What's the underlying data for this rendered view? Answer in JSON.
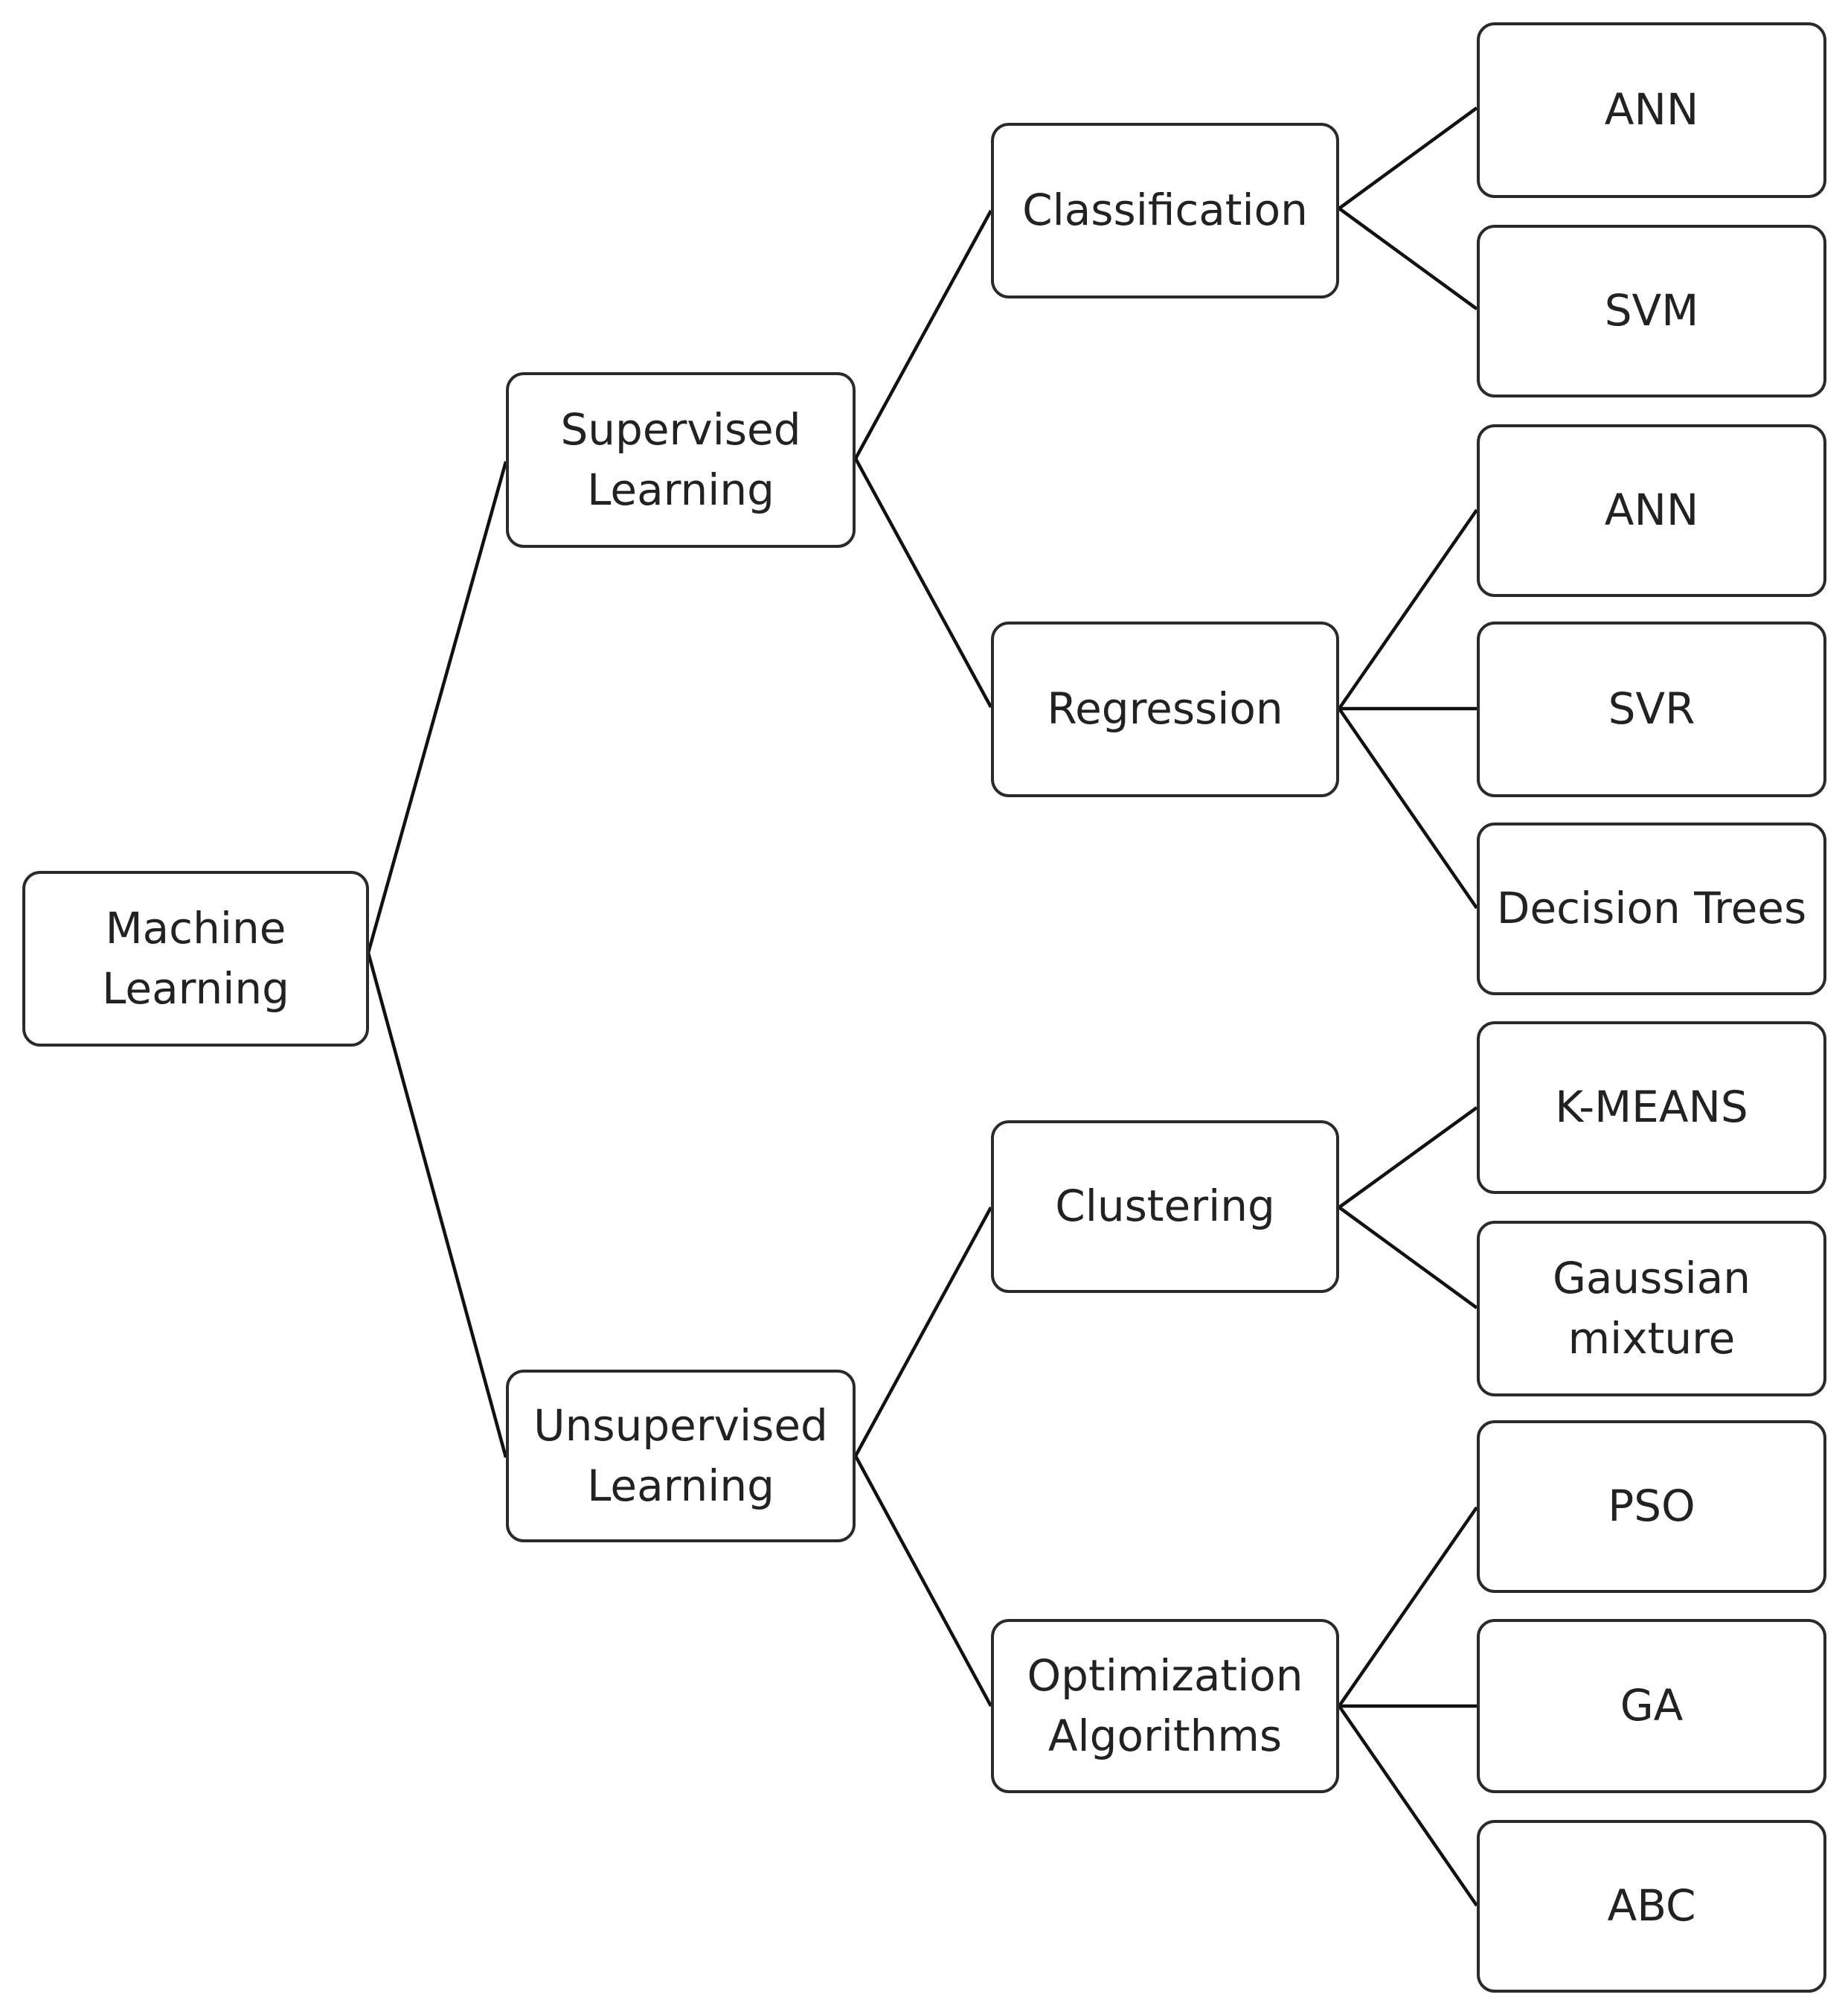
{
  "diagram": {
    "root": {
      "label": "Machine\nLearning"
    },
    "learning_types": [
      {
        "label": "Supervised\nLearning"
      },
      {
        "label": "Unsupervised\nLearning"
      }
    ],
    "tasks": [
      {
        "label": "Classification"
      },
      {
        "label": "Regression"
      },
      {
        "label": "Clustering"
      },
      {
        "label": "Optimization\nAlgorithms"
      }
    ],
    "methods": [
      {
        "label": "ANN"
      },
      {
        "label": "SVM"
      },
      {
        "label": "ANN"
      },
      {
        "label": "SVR"
      },
      {
        "label": "Decision Trees"
      },
      {
        "label": "K-MEANS"
      },
      {
        "label": "Gaussian\nmixture"
      },
      {
        "label": "PSO"
      },
      {
        "label": "GA"
      },
      {
        "label": "ABC"
      }
    ]
  },
  "colors": {
    "border": "#2a2a2a",
    "line": "#111111",
    "text": "#222222",
    "background": "#ffffff"
  }
}
